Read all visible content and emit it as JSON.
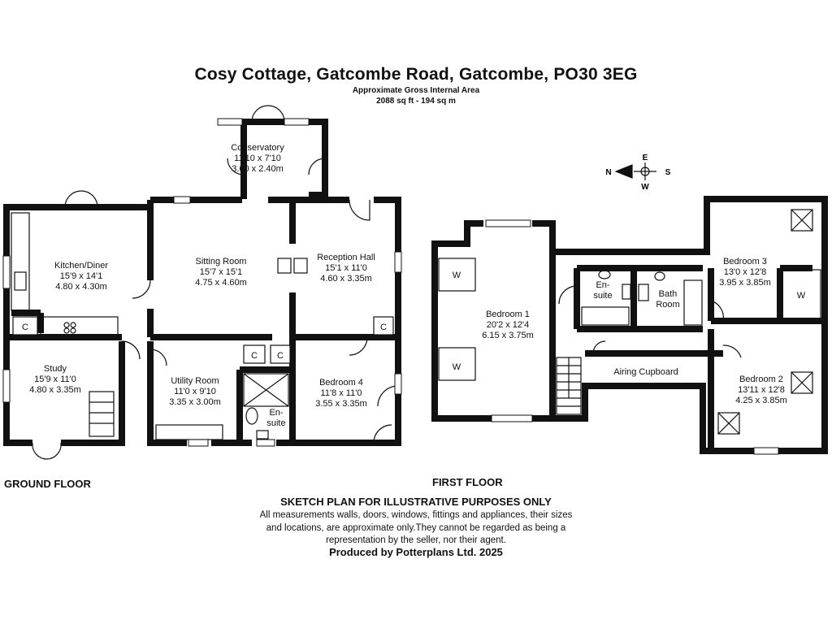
{
  "header": {
    "title": "Cosy Cottage, Gatcombe Road, Gatcombe, PO30 3EG",
    "area_label": "Approximate Gross Internal Area",
    "area_value": "2088 sq ft - 194 sq m"
  },
  "floors": {
    "ground": "GROUND FLOOR",
    "first": "FIRST FLOOR"
  },
  "compass": {
    "n": "N",
    "e": "E",
    "s": "S",
    "w": "W"
  },
  "ground_rooms": {
    "conservatory": {
      "name": "Conservatory",
      "imperial": "11'10 x 7'10",
      "metric": "3.60 x 2.40m"
    },
    "kitchen": {
      "name": "Kitchen/Diner",
      "imperial": "15'9 x 14'1",
      "metric": "4.80 x 4.30m"
    },
    "sitting": {
      "name": "Sitting Room",
      "imperial": "15'7 x 15'1",
      "metric": "4.75 x 4.60m"
    },
    "reception": {
      "name": "Reception Hall",
      "imperial": "15'1 x 11'0",
      "metric": "4.60 x 3.35m"
    },
    "study": {
      "name": "Study",
      "imperial": "15'9 x 11'0",
      "metric": "4.80 x 3.35m"
    },
    "utility": {
      "name": "Utility Room",
      "imperial": "11'0 x 9'10",
      "metric": "3.35 x 3.00m"
    },
    "bedroom4": {
      "name": "Bedroom 4",
      "imperial": "11'8 x 11'0",
      "metric": "3.55 x 3.35m"
    },
    "ensuite_a": "En-",
    "ensuite_b": "suite",
    "cupboard": "C"
  },
  "first_rooms": {
    "bedroom1": {
      "name": "Bedroom 1",
      "imperial": "20'2 x 12'4",
      "metric": "6.15 x 3.75m"
    },
    "bedroom3": {
      "name": "Bedroom 3",
      "imperial": "13'0 x 12'8",
      "metric": "3.95 x 3.85m"
    },
    "bedroom2": {
      "name": "Bedroom 2",
      "imperial": "13'11 x 12'8",
      "metric": "4.25 x 3.85m"
    },
    "bathroom_a": "Bath",
    "bathroom_b": "Room",
    "ensuite_a": "En-",
    "ensuite_b": "suite",
    "airing": "Airing Cupboard",
    "wardrobe": "W"
  },
  "disclaimer": {
    "heading": "SKETCH PLAN FOR ILLUSTRATIVE PURPOSES ONLY",
    "line1": "All measurements walls, doors, windows, fittings and appliances, their sizes",
    "line2": "and locations, are approximate only.They cannot be regarded as being a",
    "line3": "representation by the seller, nor their agent.",
    "produced_by": "Produced by Potterplans Ltd. 2025"
  }
}
